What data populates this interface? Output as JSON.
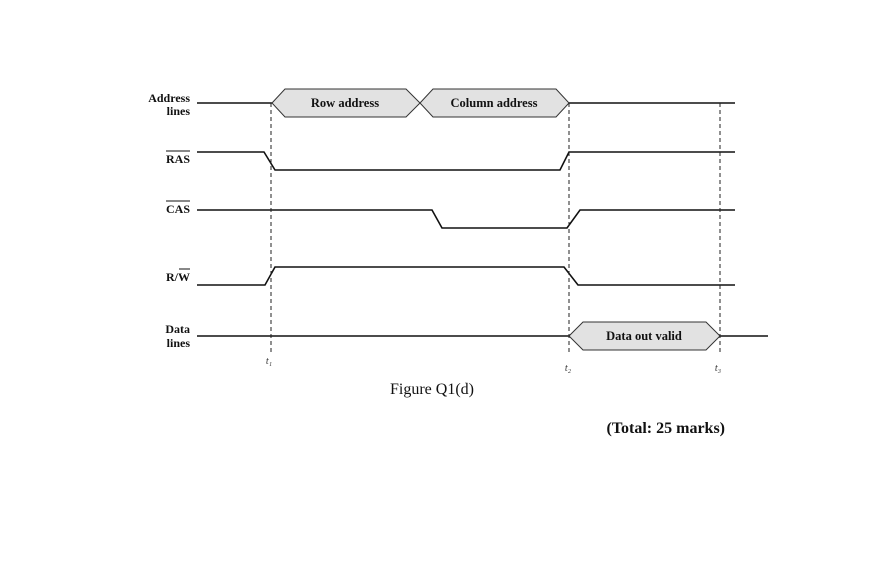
{
  "signals": {
    "address_line1": "Address",
    "address_line2": "lines",
    "ras": "RAS",
    "cas": "CAS",
    "rw": "R/W",
    "data_line1": "Data",
    "data_line2": "lines"
  },
  "bus_segments": {
    "row_address": "Row address",
    "column_address": "Column address",
    "data_out_valid": "Data out valid"
  },
  "times": {
    "t1": "t₁",
    "t2": "t₂",
    "t3": "t₃"
  },
  "caption": "Figure Q1(d)",
  "total_marks": "(Total: 25 marks)"
}
